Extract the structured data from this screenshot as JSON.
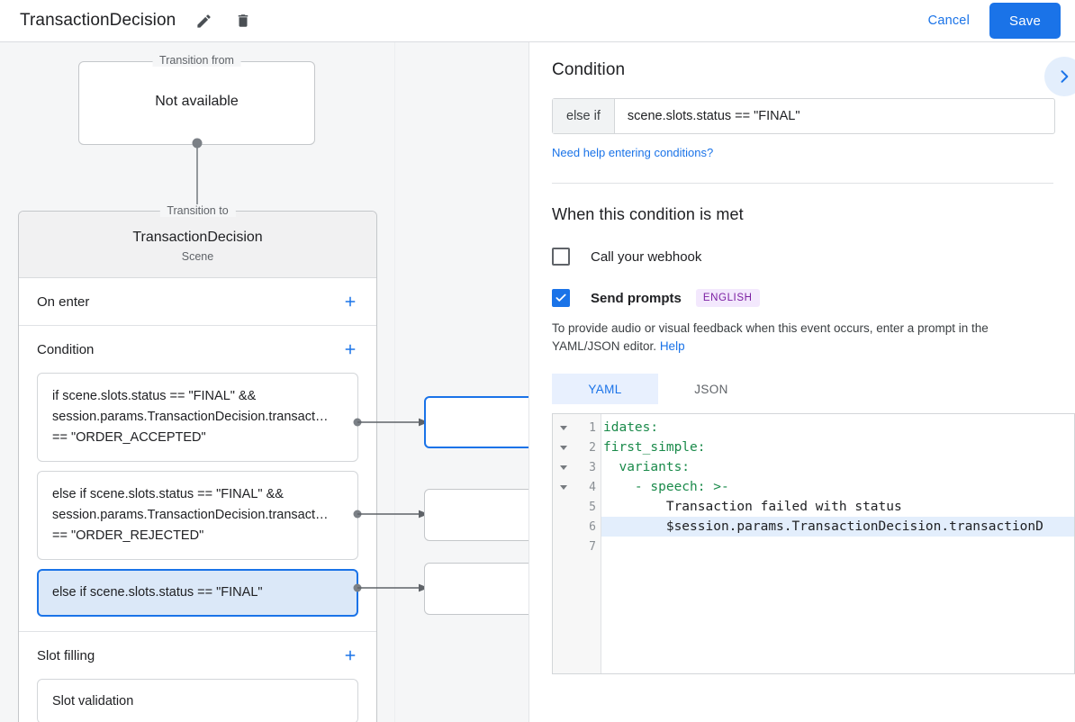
{
  "header": {
    "title": "TransactionDecision",
    "edit_icon": "pencil-icon",
    "delete_icon": "trash-icon",
    "cancel_label": "Cancel",
    "save_label": "Save"
  },
  "canvas": {
    "transition_from": {
      "legend": "Transition from",
      "value": "Not available"
    },
    "transition_to": {
      "legend": "Transition to",
      "scene_name": "TransactionDecision",
      "scene_type": "Scene"
    },
    "sections": [
      {
        "title": "On enter",
        "add_icon": "plus-icon",
        "items": []
      },
      {
        "title": "Condition",
        "add_icon": "plus-icon",
        "items": [
          {
            "text": "if scene.slots.status == \"FINAL\" && session.params.TransactionDecision.transact… == \"ORDER_ACCEPTED\"",
            "selected": false
          },
          {
            "text": "else if scene.slots.status == \"FINAL\" && session.params.TransactionDecision.transact… == \"ORDER_REJECTED\"",
            "selected": false
          },
          {
            "text": "else if scene.slots.status == \"FINAL\"",
            "selected": true
          }
        ]
      },
      {
        "title": "Slot filling",
        "add_icon": "plus-icon",
        "items": [
          {
            "text": "Slot validation",
            "selected": false
          }
        ]
      }
    ]
  },
  "panel": {
    "title": "Condition",
    "collapse_icon": "chevron-right-icon",
    "condition": {
      "prefix": "else if",
      "value": "scene.slots.status == \"FINAL\""
    },
    "help_link": "Need help entering conditions?",
    "met_title": "When this condition is met",
    "webhook": {
      "label": "Call your webhook",
      "checked": false
    },
    "prompts": {
      "label": "Send prompts",
      "checked": true,
      "language_badge": "ENGLISH"
    },
    "description": "To provide audio or visual feedback when this event occurs, enter a prompt in the YAML/JSON editor.",
    "description_link": "Help",
    "tabs": [
      {
        "label": "YAML",
        "active": true
      },
      {
        "label": "JSON",
        "active": false
      }
    ],
    "editor": {
      "lines": [
        {
          "num": "1",
          "fold": true,
          "text": "idates:",
          "keyword": "idates",
          "highlight": false
        },
        {
          "num": "2",
          "fold": true,
          "text": "first_simple:",
          "keyword": "first_simple",
          "highlight": false
        },
        {
          "num": "3",
          "fold": true,
          "text": "  variants:",
          "keyword": "variants",
          "highlight": false
        },
        {
          "num": "4",
          "fold": true,
          "text": "    - speech: >-",
          "keyword": "speech",
          "highlight": false
        },
        {
          "num": "5",
          "fold": false,
          "text": "        Transaction failed with status",
          "keyword": "",
          "highlight": false
        },
        {
          "num": "6",
          "fold": false,
          "text": "        $session.params.TransactionDecision.transactionD",
          "keyword": "",
          "highlight": true
        },
        {
          "num": "7",
          "fold": false,
          "text": "",
          "keyword": "",
          "highlight": false
        }
      ]
    }
  },
  "colors": {
    "accent": "#1a73e8",
    "selected_fill": "#dbe8f8",
    "badge_bg": "#f3e8fd",
    "badge_fg": "#7b1fa2",
    "canvas_bg": "#f5f6f7"
  }
}
